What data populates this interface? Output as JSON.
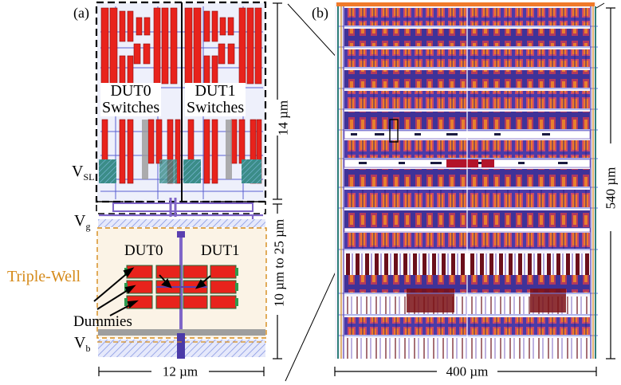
{
  "panel_a": {
    "label": "(a)",
    "switch_labels": [
      {
        "line1": "DUT0",
        "line2": "Switches"
      },
      {
        "line1": "DUT1",
        "line2": "Switches"
      }
    ],
    "vsl": {
      "main": "V",
      "sub": "SL"
    },
    "vg": {
      "main": "V",
      "sub": "g"
    },
    "vb": {
      "main": "V",
      "sub": "b"
    },
    "dut0": "DUT0",
    "dut1": "DUT1",
    "triple_well": "Triple-Well",
    "dummies": "Dummies",
    "dim_top": "14 µm",
    "dim_side": "10 µm to 25 µm",
    "dim_bottom": "12 µm"
  },
  "panel_b": {
    "label": "(b)",
    "dim_bottom": "400 µm",
    "dim_side": "540 µm"
  },
  "colors": {
    "red": "#e8231c",
    "purple": "#5a3fb0",
    "hatch_blue": "#7c8ee0",
    "well_orange": "#d58a1a",
    "dark_red": "#7a0f14",
    "teal": "#2f7f7a"
  }
}
